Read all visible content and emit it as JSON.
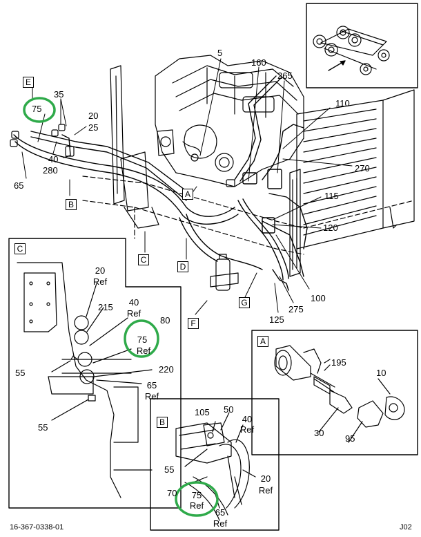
{
  "labels": {
    "p5": "5",
    "p160": "160",
    "p265": "265",
    "p110": "110",
    "p35": "35",
    "p20": "20",
    "p25": "25",
    "p40": "40",
    "p280": "280",
    "p65": "65",
    "p270": "270",
    "p115": "115",
    "p120": "120",
    "p100": "100",
    "p275": "275",
    "p125": "125",
    "p75": "75"
  },
  "letters": {
    "E": "E",
    "A": "A",
    "B": "B",
    "C": "C",
    "D": "D",
    "F": "F",
    "G": "G"
  },
  "detail_c": {
    "tag": "C",
    "l20": "20",
    "l20ref": "Ref",
    "l215": "215",
    "l40": "40",
    "l40ref": "Ref",
    "l80": "80",
    "l75": "75",
    "l75ref": "Ref",
    "l220": "220",
    "l55a": "55",
    "l65": "65",
    "l65ref": "Ref",
    "l55b": "55"
  },
  "detail_a": {
    "tag": "A",
    "l195": "195",
    "l10": "10",
    "l30": "30",
    "l95": "95"
  },
  "detail_b": {
    "tag": "B",
    "l105": "105",
    "l50": "50",
    "l40": "40",
    "l40ref": "Ref",
    "l55": "55",
    "l20": "20",
    "l20ref": "Ref",
    "l70": "70",
    "l75": "75",
    "l75ref": "Ref",
    "l65": "65",
    "l65ref": "Ref"
  },
  "footer": {
    "left": "16-367-0338-01",
    "right": "J02"
  },
  "colors": {
    "highlight": "#2faa4a",
    "line": "#000000"
  }
}
